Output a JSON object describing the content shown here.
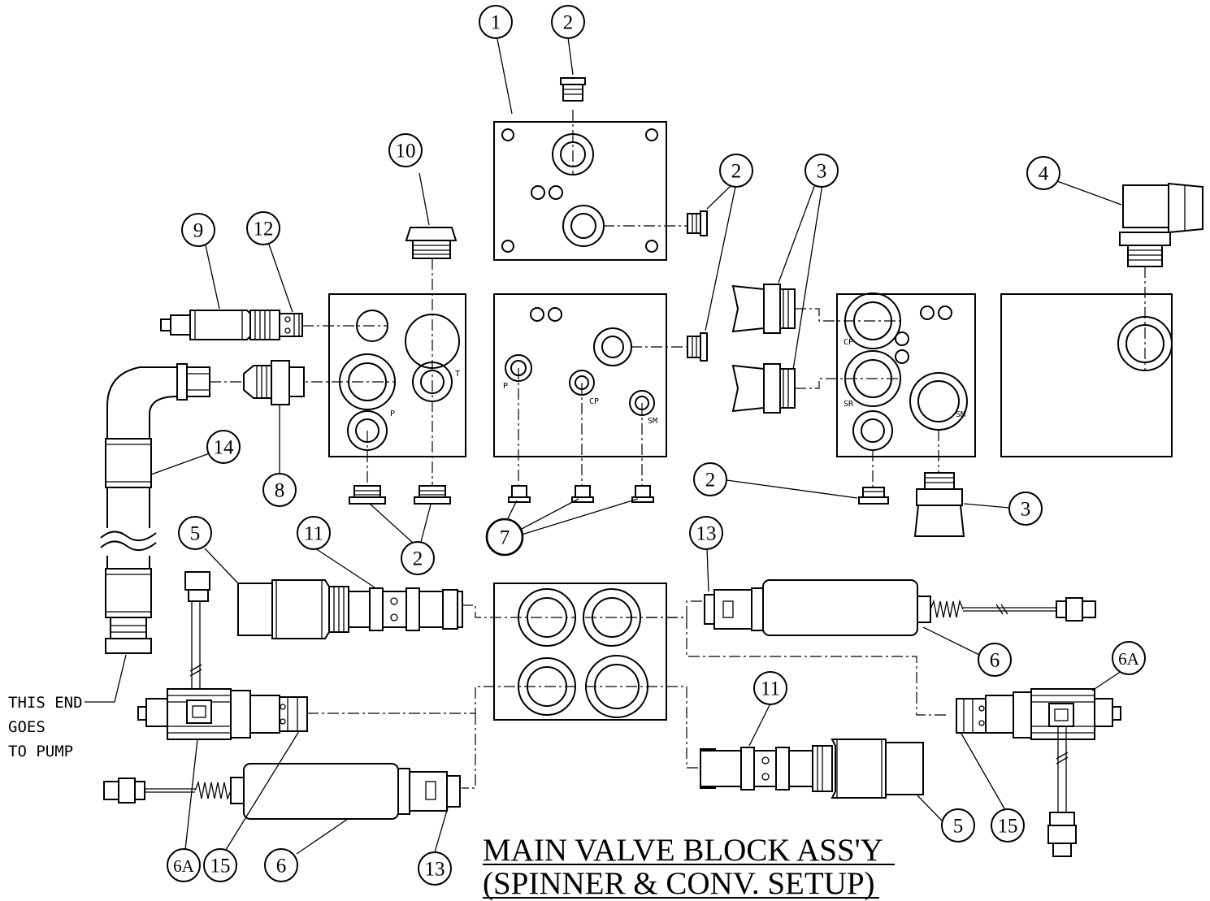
{
  "title_line1": "MAIN VALVE BLOCK ASS'Y",
  "title_line2": "(SPINNER & CONV. SETUP)",
  "note_lines": [
    "THIS END",
    "GOES",
    "TO PUMP"
  ],
  "ports": {
    "p": "P",
    "t": "T",
    "cp": "CP",
    "sm": "SM",
    "sr": "SR"
  },
  "callouts": {
    "c1": "1",
    "c2a": "2",
    "c2b": "2",
    "c2c": "2",
    "c2d": "2",
    "c3a": "3",
    "c3b": "3",
    "c4": "4",
    "c5a": "5",
    "c5b": "5",
    "c6a": "6",
    "c6b": "6",
    "c6Aa": "6A",
    "c6Ab": "6A",
    "c7": "7",
    "c8": "8",
    "c9": "9",
    "c10": "10",
    "c11a": "11",
    "c11b": "11",
    "c12": "12",
    "c13a": "13",
    "c13b": "13",
    "c14": "14",
    "c15a": "15",
    "c15b": "15"
  }
}
